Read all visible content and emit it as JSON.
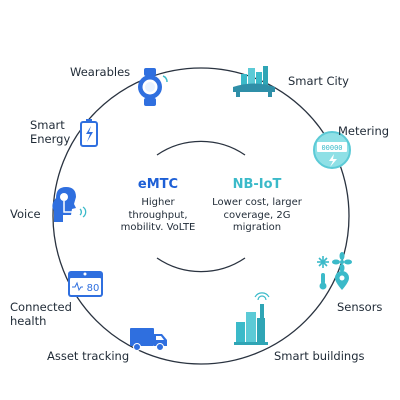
{
  "center": {
    "left_title": "eMTC",
    "left_desc_1": "Higher",
    "left_desc_2": "throughput,",
    "left_desc_3": "mobilitv. VoLTE",
    "right_title": "NB-IoT",
    "right_desc_1": "Lower cost, larger",
    "right_desc_2": "coverage, 2G",
    "right_desc_3": "migration"
  },
  "use_cases": {
    "wearables": "Wearables",
    "smart_city": "Smart City",
    "smart_energy_1": "Smart",
    "smart_energy_2": "Energy",
    "metering": "Metering",
    "voice": "Voice",
    "sensors": "Sensors",
    "connected_health_1": "Connected",
    "connected_health_2": "health",
    "asset_tracking": "Asset tracking",
    "smart_buildings": "Smart buildings"
  },
  "icons": {
    "health_monitor_value": "80",
    "meter_reading": "00000"
  },
  "colors": {
    "emtc": "#1d5fd6",
    "nbiot": "#3bbac9",
    "blue": "#2f6fdf",
    "teal": "#3bbac9",
    "ring": "#2a3340"
  }
}
